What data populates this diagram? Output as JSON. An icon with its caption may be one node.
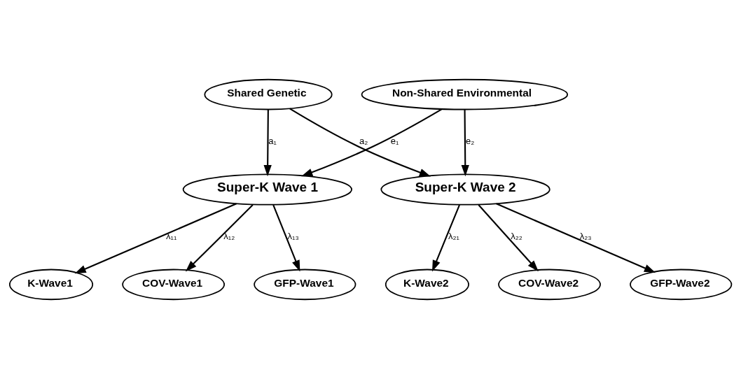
{
  "diagram": {
    "nodes": [
      {
        "text": [
          "Shared Genetic"
        ]
      },
      {
        "text": [
          "Super-K Wave 1"
        ]
      },
      {
        "text": [
          "Super-K Wave 2"
        ]
      },
      {
        "text": [
          "K-Wave1"
        ]
      },
      {
        "text": [
          "COV-Wave1"
        ]
      },
      {
        "text": [
          "GFP-Wave1"
        ]
      },
      {
        "text": [
          "K-Wave2"
        ]
      },
      {
        "text": [
          "COV-Wave2"
        ]
      },
      {
        "text": [
          "GFP-Wave2"
        ]
      },
      {
        "text": [
          "Non-Shared Environmental"
        ]
      }
    ],
    "edges": [
      {
        "from": 0,
        "to": 1,
        "arrow": "to",
        "label": "a₁"
      },
      {
        "from": 0,
        "to": 2,
        "arrow": "to",
        "label": "a₂"
      },
      {
        "from": 9,
        "to": 1,
        "arrow": "to",
        "label": "e₁"
      },
      {
        "from": 9,
        "to": 2,
        "arrow": "to",
        "label": "e₂"
      },
      {
        "from": 1,
        "to": 3,
        "arrow": "to",
        "label": "λ₁₁"
      },
      {
        "from": 1,
        "to": 4,
        "arrow": "to",
        "label": "λ₁₂"
      },
      {
        "from": 1,
        "to": 5,
        "arrow": "to",
        "label": "λ₁₃"
      },
      {
        "from": 2,
        "to": 6,
        "arrow": "to",
        "label": "λ₂₁"
      },
      {
        "from": 2,
        "to": 7,
        "arrow": "to",
        "label": "λ₂₂"
      },
      {
        "from": 2,
        "to": 8,
        "arrow": "to",
        "label": "λ₂₃"
      }
    ]
  }
}
